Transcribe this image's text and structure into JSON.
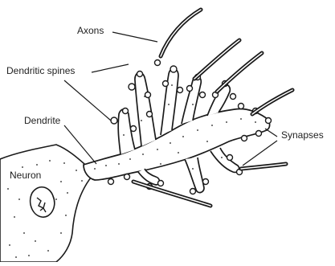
{
  "labels": {
    "axons": "Axons",
    "dendritic_spines": "Dendritic spines",
    "dendrite": "Dendrite",
    "neuron": "Neuron",
    "synapses": "Synapses"
  },
  "colors": {
    "ink": "#1a1a1a",
    "paper": "#ffffff",
    "label": "#222222"
  }
}
